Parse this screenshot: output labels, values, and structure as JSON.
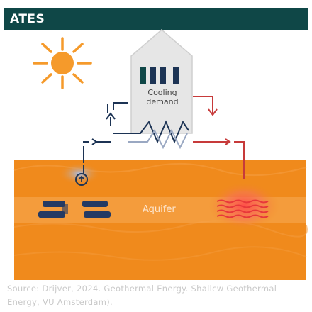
{
  "header": {
    "title": "ATES"
  },
  "building": {
    "label": "Cooling demand"
  },
  "ground": {
    "aquifer_label": "Aquifer"
  },
  "source": {
    "text": "Source: Drijver, 2024. Geothermal Energy. Shallcw Geothermal Energy, VU Amsterdam)."
  },
  "colors": {
    "header": "#0f4747",
    "ground": "#f08a1c",
    "sun": "#f59a2b",
    "cold_pipe": "#1c3354",
    "warm_pipe": "#c73a3a",
    "cold_store": "#243a63",
    "warm_store": "#e8383a"
  },
  "icons": [
    "sun-icon",
    "house-icon",
    "heat-exchanger-icon",
    "pump-icon"
  ]
}
